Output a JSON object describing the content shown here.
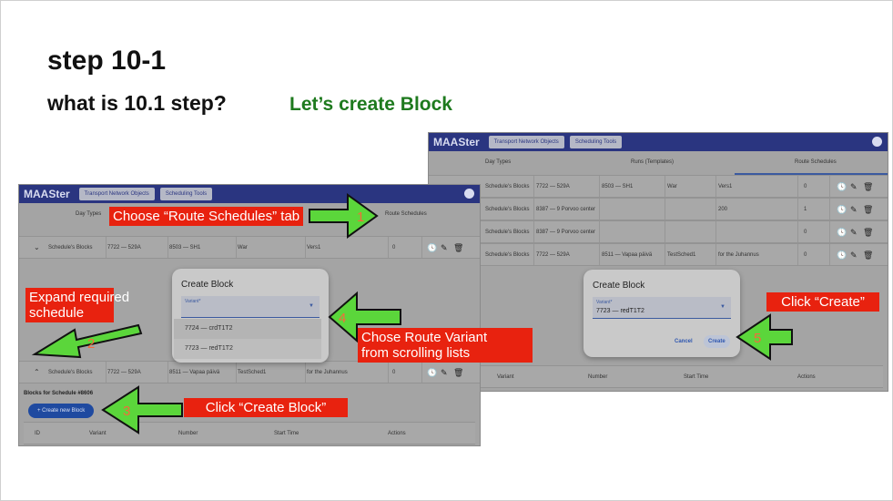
{
  "slide": {
    "title": "step 10-1",
    "question": "what is 10.1 step?",
    "answer": "Let’s create Block"
  },
  "app": {
    "brand": "MAASter",
    "nav": [
      "Transport Network Objects",
      "Scheduling Tools"
    ],
    "tabs": [
      "Day Types",
      "Runs (Templates)",
      "Route Schedules"
    ],
    "active_tab": "Route Schedules"
  },
  "rows": [
    {
      "label": "Schedule's Blocks",
      "route": "7722 — 529A",
      "daytype": "8503 — SH1",
      "name": "War",
      "desc": "Vers1",
      "count": "0"
    },
    {
      "label": "Schedule's Blocks",
      "route": "8387 — 9 Porvoo center",
      "daytype": "",
      "name": "",
      "desc": "200",
      "count": "1"
    },
    {
      "label": "Schedule's Blocks",
      "route": "8387 — 9 Porvoo center",
      "daytype": "",
      "name": "",
      "desc": "",
      "count": "0"
    },
    {
      "label": "Schedule's Blocks",
      "route": "7722 — 529A",
      "daytype": "8511 — Vapaa päivä",
      "name": "TestSched1",
      "desc": "for the Juhannus",
      "count": "0"
    }
  ],
  "blocks": {
    "title": "Blocks for Schedule #8606",
    "create_button": "+ Create new Block",
    "columns": [
      "ID",
      "Variant",
      "Number",
      "Start Time",
      "Actions"
    ]
  },
  "dialog_left": {
    "title": "Create Block",
    "field_label": "Variant*",
    "value": "",
    "options": [
      "7724 — crdT1T2",
      "7723 — redT1T2"
    ]
  },
  "dialog_right": {
    "title": "Create Block",
    "field_label": "Variant*",
    "value": "7723 — redT1T2",
    "cancel": "Cancel",
    "create": "Create"
  },
  "callouts": {
    "step1": "Choose “Route Schedules” tab",
    "n1": "1",
    "step2a": "Expand  required",
    "step2b": "schedule",
    "n2": "2",
    "step3": "Click  “Create Block”",
    "n3": "3",
    "step4a": "Chose Route Variant",
    "step4b": "from scrolling lists",
    "n4": "4",
    "step5": "Click  “Create”",
    "n5": "5"
  },
  "colors": {
    "callout": "#e8220f",
    "arrow": "#5bd63b",
    "appbar": "#2a3580",
    "answer": "#1e7a1e"
  }
}
